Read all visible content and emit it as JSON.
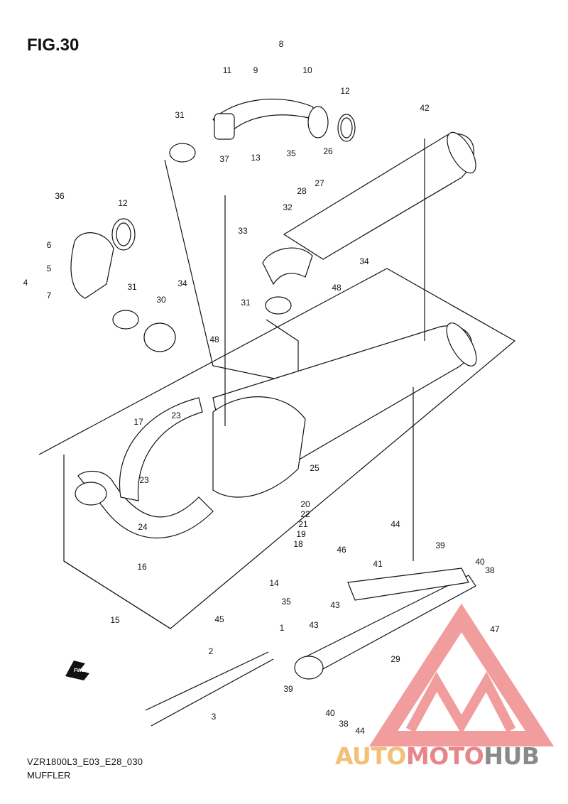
{
  "figure": {
    "title": "FIG.30",
    "code": "VZR1800L3_E03_E28_030",
    "name": "MUFFLER"
  },
  "brand": {
    "part1": "AUTO",
    "part2": "MOTO",
    "part3": "HUB",
    "colors": {
      "auto": "#f3c07a",
      "moto": "#e8858a",
      "hub": "#8a8a8a",
      "logo_triangle": "#f08c8c"
    }
  },
  "fwd_label": "FWD",
  "callouts": [
    "1",
    "2",
    "3",
    "4",
    "5",
    "6",
    "7",
    "8",
    "9",
    "10",
    "11",
    "12",
    "13",
    "14",
    "15",
    "16",
    "17",
    "18",
    "19",
    "20",
    "21",
    "22",
    "23",
    "24",
    "25",
    "26",
    "27",
    "28",
    "29",
    "30",
    "31",
    "32",
    "33",
    "34",
    "35",
    "36",
    "37",
    "38",
    "39",
    "40",
    "41",
    "42",
    "43",
    "44",
    "45",
    "46",
    "47",
    "48"
  ]
}
